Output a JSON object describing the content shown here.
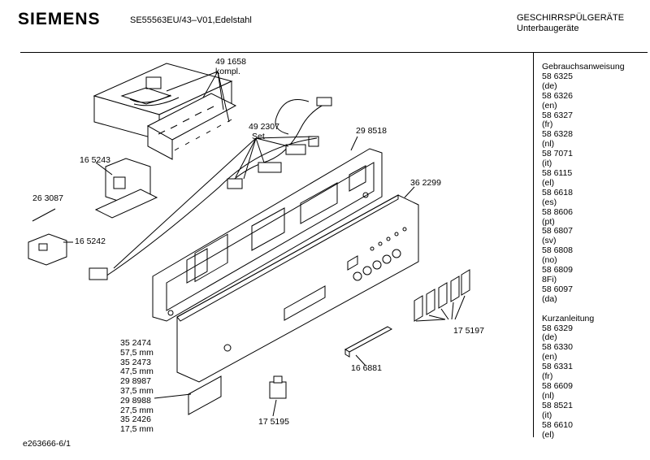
{
  "header": {
    "brand": "SIEMENS",
    "model": "SE55563EU/43–V01,Edelstahl",
    "category_line1": "GESCHIRRSPÜLGERÄTE",
    "category_line2": "Unterbaugeräte"
  },
  "sidebar": {
    "lines": [
      "Gebrauchsanweisung",
      "58 6325",
      "(de)",
      "58 6326",
      "(en)",
      "58 6327",
      "(fr)",
      "58 6328",
      "(nl)",
      "58 7071",
      "(it)",
      "58 6115",
      "(el)",
      "58 6618",
      "(es)",
      "58 8606",
      "(pt)",
      "58 6807",
      "(sv)",
      "58 6808",
      "(no)",
      "58 6809",
      "8Fi)",
      "58 6097",
      "(da)",
      "",
      "Kurzanleitung",
      "58 6329",
      "(de)",
      "58 6330",
      "(en)",
      "58 6331",
      "(fr)",
      "58 6609",
      "(nl)",
      "58 8521",
      "(it)",
      "58 6610",
      "(el)"
    ]
  },
  "parts": {
    "p491658": "49 1658",
    "kompl": "kompl.",
    "p492307": "49 2307",
    "set": "Set",
    "p298518": "29 8518",
    "p165243": "16 5243",
    "p263087": "26 3087",
    "p165242": "16 5242",
    "p362299": "36 2299",
    "p175197": "17 5197",
    "p166881": "16 6881",
    "p175195": "17 5195"
  },
  "bottom_list": [
    "35 2474",
    "57,5 mm",
    "35 2473",
    "47,5 mm",
    "29 8987",
    "37,5 mm",
    "29 8988",
    "27,5 mm",
    "35 2426",
    "17,5 mm"
  ],
  "footer": {
    "code": "e263666-6/1"
  }
}
